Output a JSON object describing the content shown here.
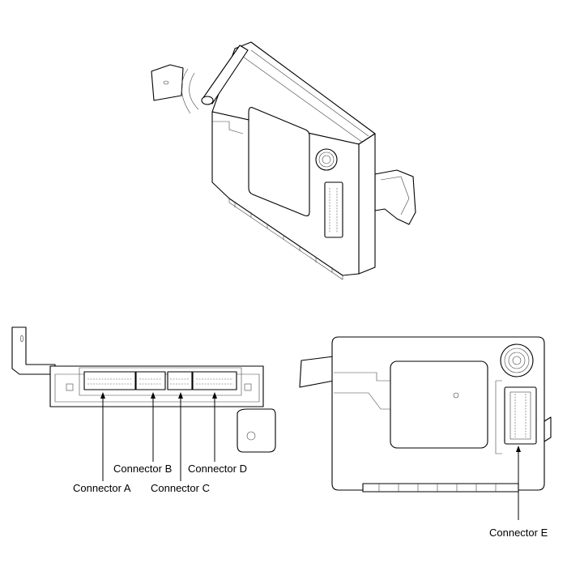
{
  "labels": {
    "connector_a": "Connector A",
    "connector_b": "Connector B",
    "connector_c": "Connector C",
    "connector_d": "Connector D",
    "connector_e": "Connector E"
  },
  "colors": {
    "line": "#000000",
    "background": "#ffffff"
  }
}
